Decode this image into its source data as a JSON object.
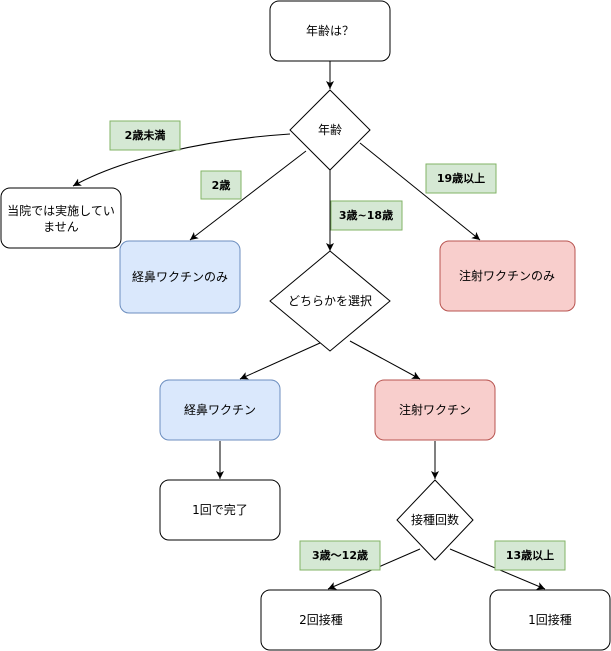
{
  "nodes": {
    "age_question": "年齢は？",
    "age_decision": "年齢",
    "not_offered_line1": "当院では実施してい",
    "not_offered_line2": "ません",
    "nasal_only": "経鼻ワクチンのみ",
    "injection_only": "注射ワクチンのみ",
    "choose_either": "どちらかを選択",
    "nasal_vaccine": "経鼻ワクチン",
    "injection_vaccine": "注射ワクチン",
    "done_once": "1回で完了",
    "dose_count": "接種回数",
    "two_doses": "2回接種",
    "one_dose": "1回接種"
  },
  "edge_labels": {
    "under_2": "2歳未満",
    "age_2": "2歳",
    "age_3_18": "3歳~18歳",
    "age_19_up": "19歳以上",
    "age_3_12": "3歳〜12歳",
    "age_13_up": "13歳以上"
  },
  "colors": {
    "blue_fill": "#dae8fc",
    "blue_stroke": "#6c8ebf",
    "red_fill": "#f8cecc",
    "red_stroke": "#b85450",
    "green_fill": "#d5e8d4",
    "green_stroke": "#82b366"
  }
}
